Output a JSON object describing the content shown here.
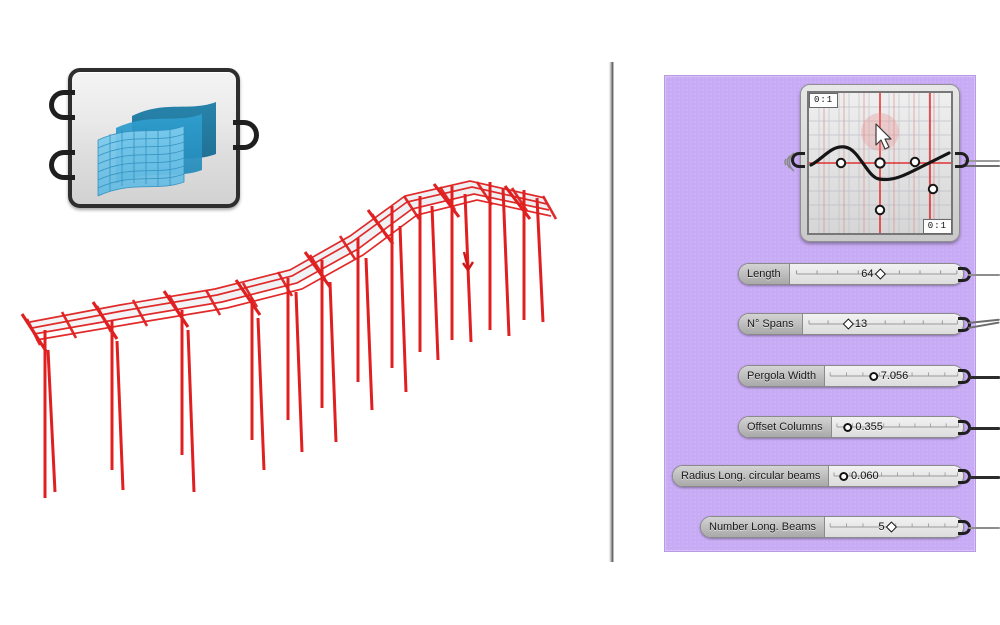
{
  "app": {
    "canvas_background": "#ffffff",
    "group_color": "#c8abf5",
    "model_color": "#e02020"
  },
  "viewport": {
    "name": "rhino-viewport",
    "model_name": "parametric-pergola-structure",
    "description": "Red wireframe pergola with curved lofted roof surface and vertical columns"
  },
  "loft_node": {
    "name": "loft-component",
    "icon": "loft-surface-icon",
    "inputs": 2,
    "outputs": 1
  },
  "graph_mapper": {
    "name": "graph-mapper",
    "label_top_left": "0:1",
    "label_bottom_right": "0:1",
    "curve_type": "bezier",
    "control_points": [
      {
        "x": 0.22,
        "y": 0.5
      },
      {
        "x": 0.5,
        "y": 0.5
      },
      {
        "x": 0.75,
        "y": 0.5
      },
      {
        "x": 0.5,
        "y": 0.16
      },
      {
        "x": 0.87,
        "y": 0.31
      }
    ],
    "cursor": "arrow-cursor"
  },
  "sliders": [
    {
      "name": "slider-length",
      "label": "Length",
      "value": "64",
      "handle": "diamond",
      "handle_pos": 0.56,
      "value_pos": 0.48
    },
    {
      "name": "slider-n-spans",
      "label": "N° Spans",
      "value": "13",
      "handle": "diamond",
      "handle_pos": 0.3,
      "value_pos": 0.35
    },
    {
      "name": "slider-pergola-width",
      "label": "Pergola Width",
      "value": "7.056",
      "handle": "circle",
      "handle_pos": 0.4,
      "value_pos": 0.47
    },
    {
      "name": "slider-offset-columns",
      "label": "Offset Columns",
      "value": "0.355",
      "handle": "circle",
      "handle_pos": 0.13,
      "value_pos": 0.24
    },
    {
      "name": "slider-radius-long-circular-beams",
      "label": "Radius Long. circular beams",
      "value": "0.060",
      "handle": "circle",
      "handle_pos": 0.1,
      "value_pos": 0.22
    },
    {
      "name": "slider-number-long-beams",
      "label": "Number Long. Beams",
      "value": "5",
      "handle": "diamond",
      "handle_pos": 0.52,
      "value_pos": 0.45
    }
  ]
}
